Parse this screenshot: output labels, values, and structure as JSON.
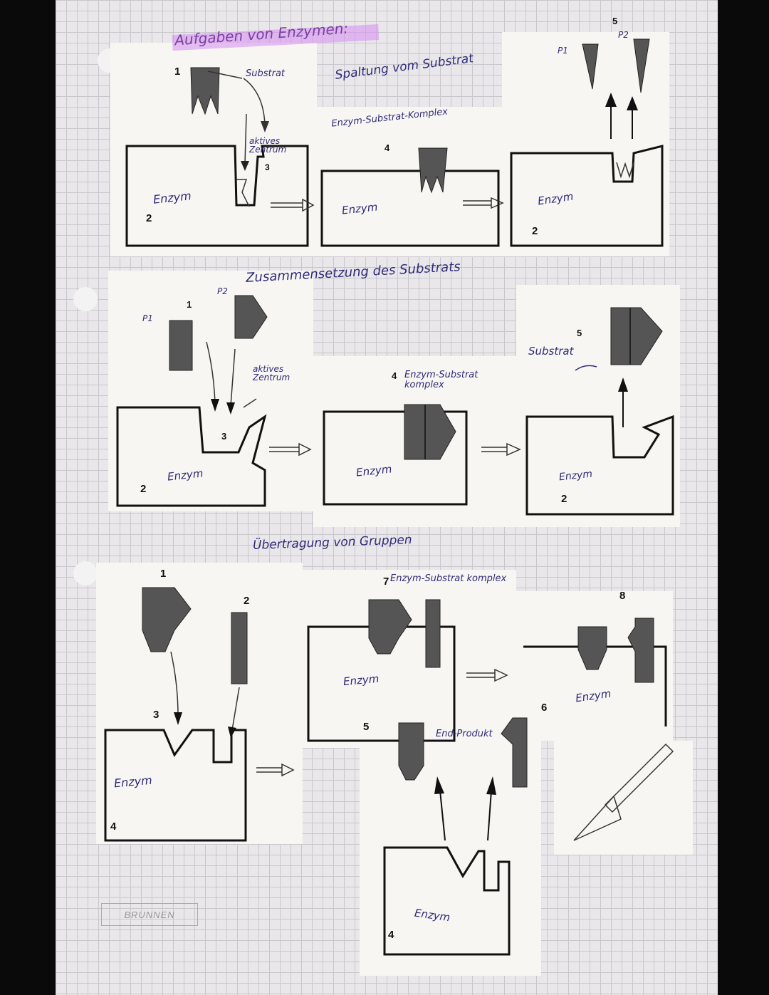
{
  "heading": "Aufgaben von Enzymen:",
  "sections": [
    {
      "title": "Spaltung vom Substrat",
      "labels": {
        "substrat": "Substrat",
        "aktives_zentrum": "aktives Zentrum",
        "complex": "Enzym-Substrat-Komplex",
        "enzym_1": "Enzym",
        "enzym_2": "Enzym",
        "enzym_3": "Enzym",
        "p1": "P1",
        "p2": "P2"
      },
      "numbers": {
        "n1": "1",
        "n2a": "2",
        "n3": "3",
        "n4": "4",
        "n2b": "2",
        "n5": "5"
      }
    },
    {
      "title": "Zusammensetzung des Substrats",
      "labels": {
        "p1": "P1",
        "p2": "P2",
        "aktives_zentrum": "aktives Zentrum",
        "complex": "Enzym-Substrat komplex",
        "substrat": "Substrat",
        "enzym_1": "Enzym",
        "enzym_2": "Enzym",
        "enzym_3": "Enzym"
      },
      "numbers": {
        "n1": "1",
        "n2a": "2",
        "n3": "3",
        "n4": "4",
        "n5": "5",
        "n2b": "2"
      }
    },
    {
      "title": "Übertragung von Gruppen",
      "labels": {
        "complex": "Enzym-Substrat komplex",
        "endprodukt": "End-Produkt",
        "enzym_1": "Enzym",
        "enzym_2": "Enzym",
        "enzym_3": "Enzym",
        "enzym_4": "Enzym"
      },
      "numbers": {
        "n1": "1",
        "n2": "2",
        "n3": "3",
        "n4a": "4",
        "n7": "7",
        "n8": "8",
        "n5": "5",
        "n6": "6",
        "n4b": "4"
      }
    }
  ],
  "brand": "BRUNNEN",
  "colors": {
    "ink": "#2e2b78",
    "highlight": "#d68cf0",
    "shape": "#555555"
  }
}
